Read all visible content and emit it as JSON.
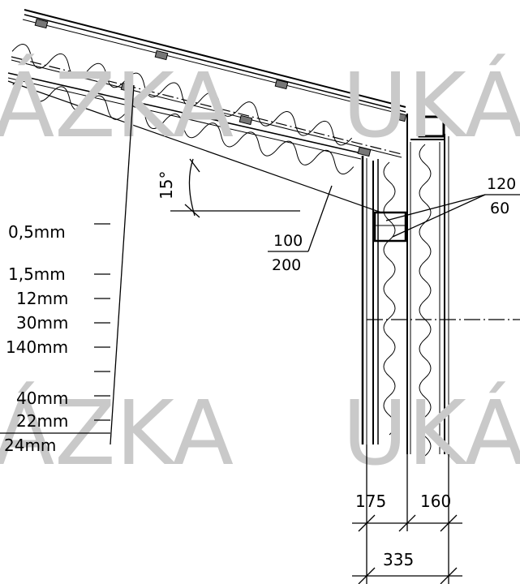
{
  "watermark": {
    "word_left": "ÁZKA",
    "word_right": "UKÁ",
    "color": "#c9c9c9"
  },
  "layer_labels": [
    "0,5mm",
    "1,5mm",
    "12mm",
    "30mm",
    "140mm",
    "40mm",
    "22mm",
    "24mm"
  ],
  "angle_label": "15°",
  "dims": {
    "rafter": {
      "top": "100",
      "bottom": "200"
    },
    "beam": {
      "top": "120",
      "bottom": "60"
    },
    "wall_inner": "175",
    "wall_outer": "160",
    "wall_total": "335"
  }
}
